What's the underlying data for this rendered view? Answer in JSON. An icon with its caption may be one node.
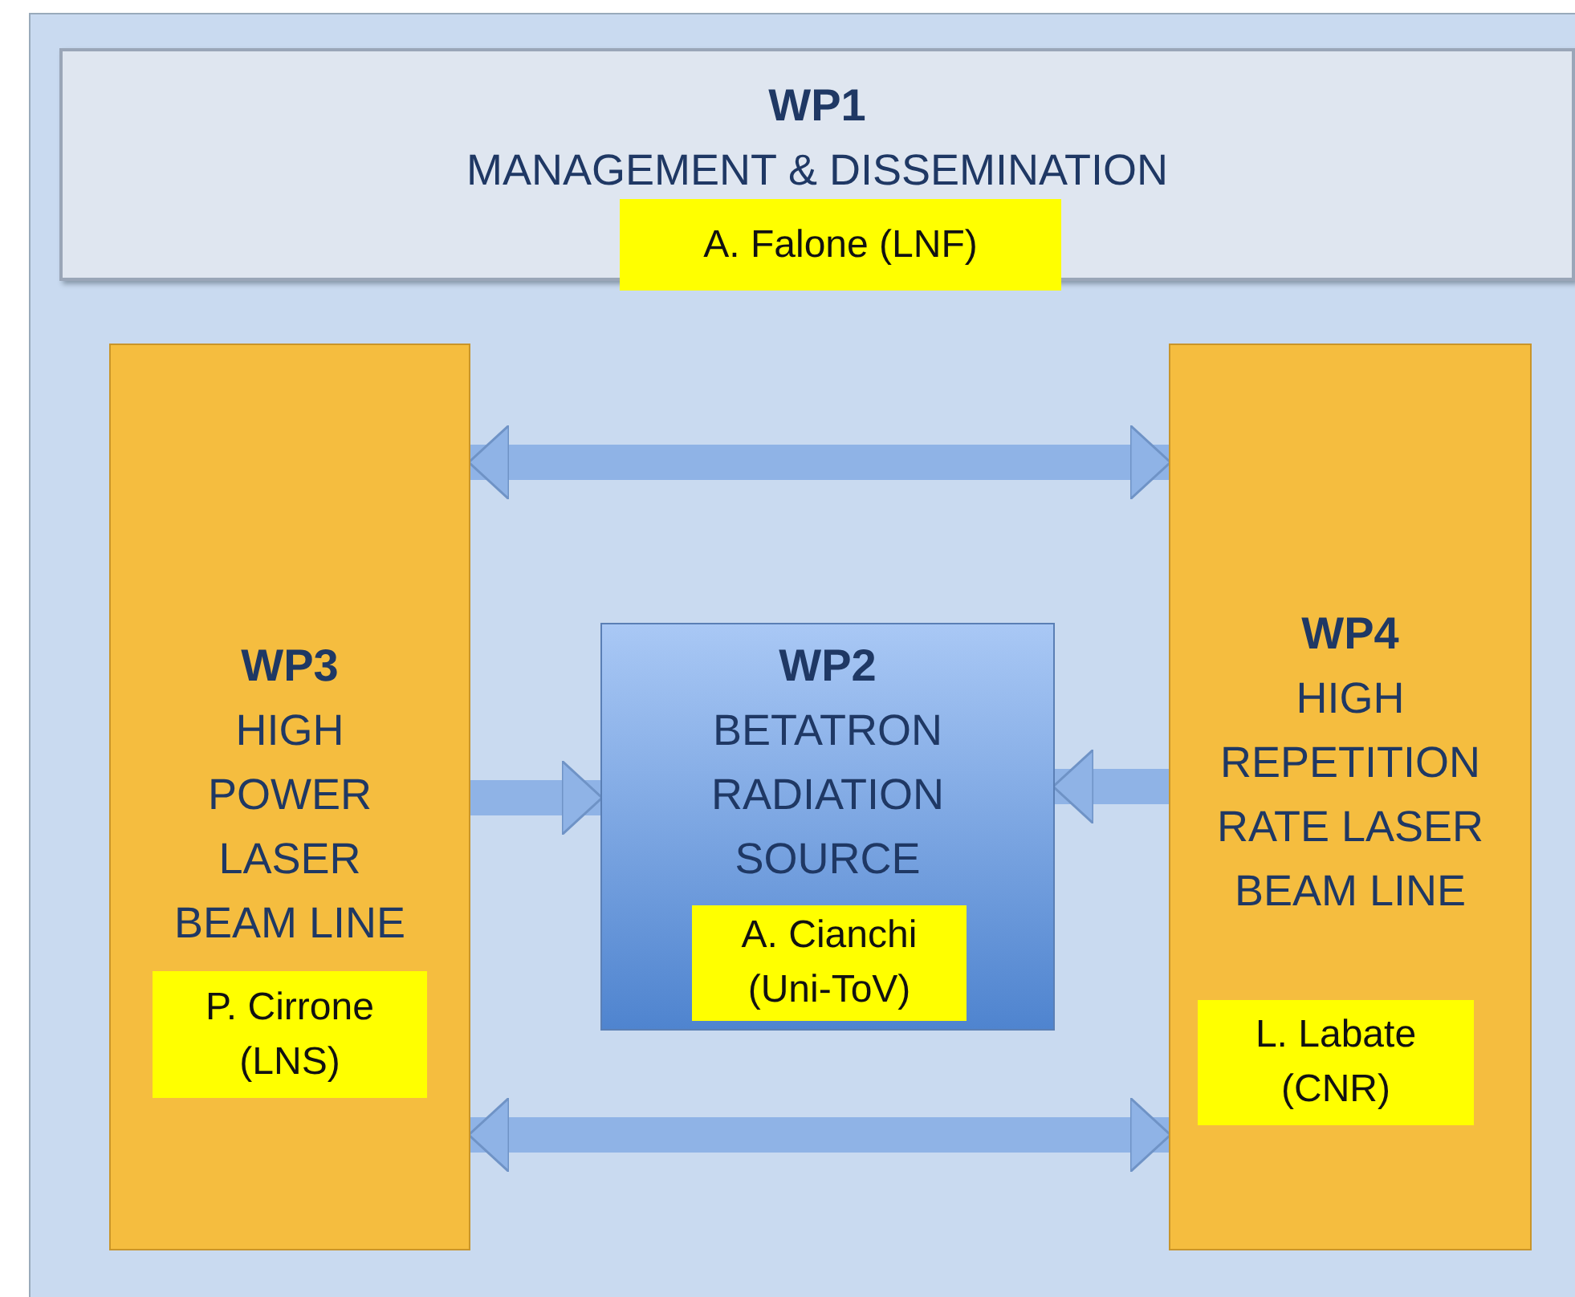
{
  "diagram": {
    "nodes": [
      {
        "text": [
          "WP1",
          "MANAGEMENT & DISSEMINATION"
        ]
      },
      {
        "text": [
          "A. Falone (LNF)"
        ]
      },
      {
        "text": [
          "WP3",
          "HIGH POWER LASER BEAM LINE"
        ]
      },
      {
        "text": [
          "P. Cirrone (LNS)"
        ],
        "in": 2
      },
      {
        "text": [
          "WP2",
          "BETATRON RADIATION SOURCE"
        ]
      },
      {
        "text": [
          "A. Cianchi (Uni-ToV)"
        ],
        "in": 4
      },
      {
        "text": [
          "WP4",
          "HIGH REPETITION RATE LASER BEAM LINE"
        ]
      },
      {
        "text": [
          "L. Labate (CNR)"
        ],
        "in": 6
      }
    ],
    "edges": [
      {
        "from": 2,
        "to": 6,
        "arrow": "both"
      },
      {
        "from": 2,
        "to": 4,
        "arrow": "to"
      },
      {
        "from": 6,
        "to": 4,
        "arrow": "to"
      },
      {
        "from": 2,
        "to": 6,
        "arrow": "both"
      }
    ]
  }
}
